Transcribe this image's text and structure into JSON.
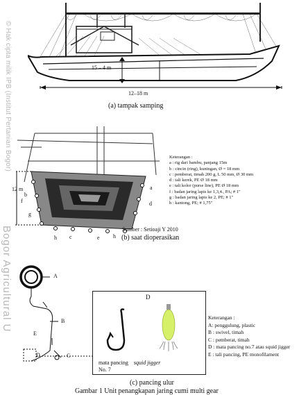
{
  "watermark": {
    "line1": "© Hak cipta milik IPB (Institut Pertanian Bogor)",
    "line2": "Bogor Agricultural U"
  },
  "fig_a": {
    "dim_height": "15 – 4 m",
    "dim_length": "12–18 m",
    "caption": "(a)  tampak samping"
  },
  "fig_b": {
    "dim_side": "12 m",
    "legend_title": "Keterangan :",
    "legend_items": [
      "a : rig dari bambu, panjang 15m",
      "b : cincin (ring), kuningan, Ø = 18 mm",
      "c : pemberat, timah 200 g, L 50 mm, Ø 30 mm",
      "d : tali kerek, PE Ø 18 mm",
      "e : tali kolor (purse line), PE Ø 18 mm",
      "f : badan jaring lapis ke 1,3,4., PA; # 1\"",
      "g : badan jaring lapis ke 2, PE; # 1\"",
      "h : kantong, PE; # 1,75\""
    ],
    "letters": [
      "a",
      "b",
      "c",
      "d",
      "e",
      "f",
      "g",
      "h",
      "h"
    ],
    "source": "Sumber : Setioaji Y 2010",
    "caption": "(b) saat dioperasikan"
  },
  "fig_c": {
    "labels": [
      "A",
      "B",
      "C",
      "D",
      "E"
    ],
    "box_title": "D",
    "hook_label_1": "mata pancing",
    "hook_label_2": "squid jigger",
    "hook_label_3": "No. 7",
    "legend_title": "Keterangan :",
    "legend_items": [
      "A: penggulung, plastic",
      "B : swivel, timah",
      "C : pemberat, timah",
      "D : mata pancing no.7 atau squid jigger",
      "E : tali pancing, PE monofilament"
    ],
    "caption": "(c) pancing ulur"
  },
  "figure_caption": "Gambar 1 Unit penangkapan jaring cumi multi gear",
  "colors": {
    "watermark": "#b7b7b7",
    "jigger": "#d6f06a"
  }
}
